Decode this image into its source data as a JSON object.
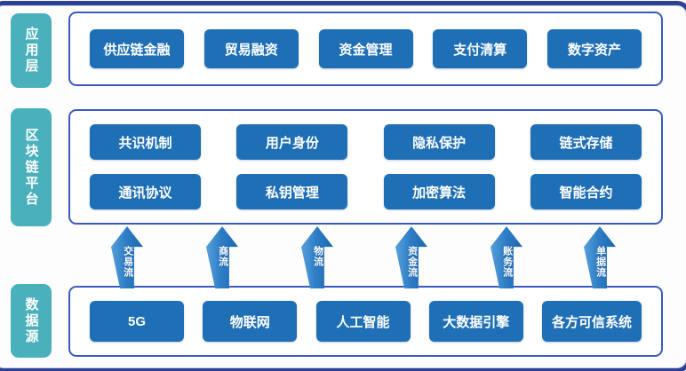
{
  "diagram": {
    "type": "layered-architecture",
    "colors": {
      "frame_navy": "#2c4195",
      "container_border_blue": "#3a5abf",
      "label_teal": "#4ab0bc",
      "node_blue": "#1e6fb6",
      "arrow_blue": "#2f7ec6",
      "text_white": "#ffffff",
      "background": "#fdfdfe"
    }
  },
  "layers": [
    {
      "label": "应用层",
      "items": [
        "供应链金融",
        "贸易融资",
        "资金管理",
        "支付清算",
        "数字资产"
      ]
    },
    {
      "label": "区块链平台",
      "items": [
        "共识机制",
        "用户身份",
        "隐私保护",
        "链式存储",
        "通讯协议",
        "私钥管理",
        "加密算法",
        "智能合约"
      ]
    },
    {
      "label": "数据源",
      "items": [
        "5G",
        "物联网",
        "人工智能",
        "大数据引擎",
        "各方可信系统"
      ]
    }
  ],
  "flows": [
    "交易流",
    "商流",
    "物流",
    "资金流",
    "账务流",
    "单据流"
  ]
}
